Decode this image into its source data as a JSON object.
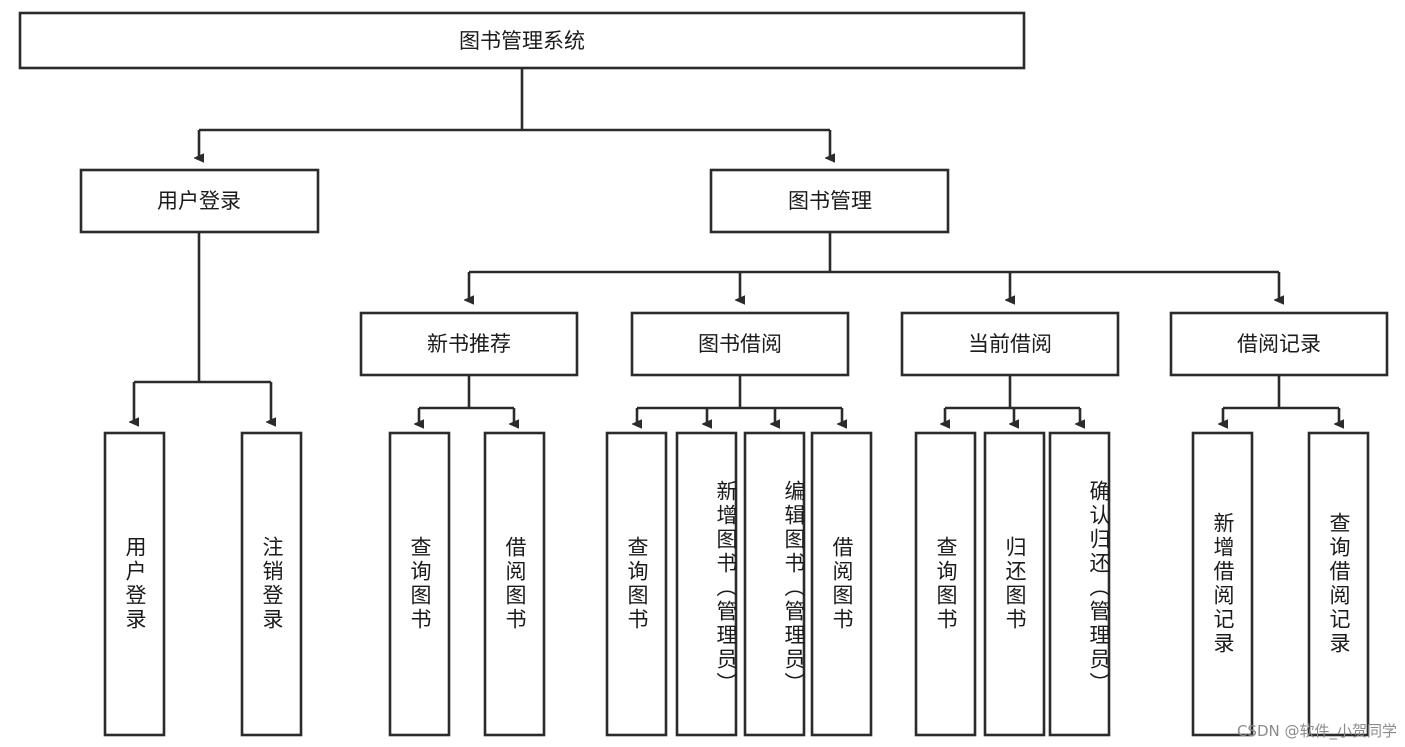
{
  "diagram": {
    "type": "tree",
    "title": "图书管理系统",
    "root": {
      "id": "root",
      "label": "图书管理系统",
      "orientation": "horizontal"
    },
    "level2": [
      {
        "id": "user-login",
        "label": "用户登录",
        "orientation": "horizontal"
      },
      {
        "id": "book-management",
        "label": "图书管理",
        "orientation": "horizontal"
      }
    ],
    "level3": [
      {
        "id": "new-book-recommend",
        "label": "新书推荐",
        "parent": "book-management",
        "orientation": "horizontal"
      },
      {
        "id": "book-borrow",
        "label": "图书借阅",
        "parent": "book-management",
        "orientation": "horizontal"
      },
      {
        "id": "current-borrow",
        "label": "当前借阅",
        "parent": "book-management",
        "orientation": "horizontal"
      },
      {
        "id": "borrow-record",
        "label": "借阅记录",
        "parent": "book-management",
        "orientation": "horizontal"
      }
    ],
    "leaves": [
      {
        "id": "leaf-user-login",
        "label": "用户登录",
        "parent": "user-login",
        "orientation": "vertical"
      },
      {
        "id": "leaf-logout-login",
        "label": "注销登录",
        "parent": "user-login",
        "orientation": "vertical"
      },
      {
        "id": "leaf-query-book-1",
        "label": "查询图书",
        "parent": "new-book-recommend",
        "orientation": "vertical"
      },
      {
        "id": "leaf-borrow-book-1",
        "label": "借阅图书",
        "parent": "new-book-recommend",
        "orientation": "vertical"
      },
      {
        "id": "leaf-query-book-2",
        "label": "查询图书",
        "parent": "book-borrow",
        "orientation": "vertical"
      },
      {
        "id": "leaf-add-book",
        "label": "新增图书（管理员）",
        "parent": "book-borrow",
        "orientation": "vertical"
      },
      {
        "id": "leaf-edit-book",
        "label": "编辑图书（管理员）",
        "parent": "book-borrow",
        "orientation": "vertical"
      },
      {
        "id": "leaf-borrow-book-2",
        "label": "借阅图书",
        "parent": "book-borrow",
        "orientation": "vertical"
      },
      {
        "id": "leaf-query-book-3",
        "label": "查询图书",
        "parent": "current-borrow",
        "orientation": "vertical"
      },
      {
        "id": "leaf-return-book",
        "label": "归还图书",
        "parent": "current-borrow",
        "orientation": "vertical"
      },
      {
        "id": "leaf-confirm-return",
        "label": "确认归还（管理员）",
        "parent": "current-borrow",
        "orientation": "vertical"
      },
      {
        "id": "leaf-add-record",
        "label": "新增借阅记录",
        "parent": "borrow-record",
        "orientation": "vertical"
      },
      {
        "id": "leaf-query-record",
        "label": "查询借阅记录",
        "parent": "borrow-record",
        "orientation": "vertical"
      }
    ],
    "colors": {
      "stroke": "#2b2b2b",
      "fill": "#ffffff",
      "text": "#1b1b1b",
      "watermark": "#8b8b8b"
    }
  },
  "watermark": {
    "text": "CSDN @软件_小贺同学"
  }
}
